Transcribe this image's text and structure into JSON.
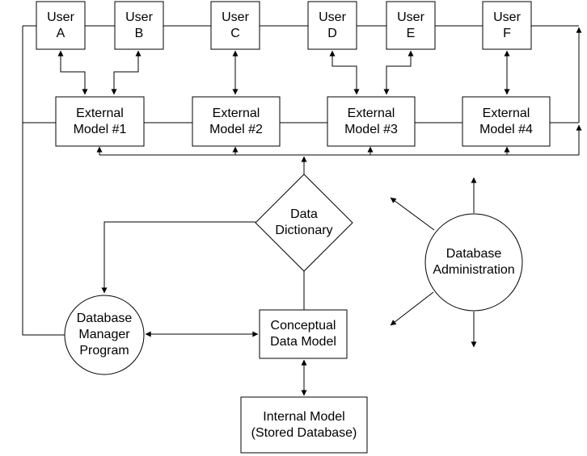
{
  "diagram": {
    "title": "Database system architecture diagram",
    "background_color": "#ffffff",
    "line_color": "#000000",
    "text_color": "#000000",
    "nodes": {
      "user_a": {
        "shape": "rect",
        "lines": [
          "User",
          "A"
        ]
      },
      "user_b": {
        "shape": "rect",
        "lines": [
          "User",
          "B"
        ]
      },
      "user_c": {
        "shape": "rect",
        "lines": [
          "User",
          "C"
        ]
      },
      "user_d": {
        "shape": "rect",
        "lines": [
          "User",
          "D"
        ]
      },
      "user_e": {
        "shape": "rect",
        "lines": [
          "User",
          "E"
        ]
      },
      "user_f": {
        "shape": "rect",
        "lines": [
          "User",
          "F"
        ]
      },
      "external_model_1": {
        "shape": "rect",
        "lines": [
          "External",
          "Model #1"
        ]
      },
      "external_model_2": {
        "shape": "rect",
        "lines": [
          "External",
          "Model #2"
        ]
      },
      "external_model_3": {
        "shape": "rect",
        "lines": [
          "External",
          "Model #3"
        ]
      },
      "external_model_4": {
        "shape": "rect",
        "lines": [
          "External",
          "Model #4"
        ]
      },
      "data_dictionary": {
        "shape": "diamond",
        "lines": [
          "Data",
          "Dictionary"
        ]
      },
      "database_administration": {
        "shape": "circle",
        "lines": [
          "Database",
          "Administration"
        ]
      },
      "database_manager_program": {
        "shape": "circle",
        "lines": [
          "Database",
          "Manager",
          "Program"
        ]
      },
      "conceptual_data_model": {
        "shape": "rect",
        "lines": [
          "Conceptual",
          "Data Model"
        ]
      },
      "internal_model": {
        "shape": "rect",
        "lines": [
          "Internal Model",
          "(Stored Database)"
        ]
      }
    },
    "edges": [
      {
        "from": "User A",
        "to": "External Model #1",
        "style": "two-way"
      },
      {
        "from": "User B",
        "to": "External Model #1",
        "style": "two-way"
      },
      {
        "from": "User C",
        "to": "External Model #2",
        "style": "two-way"
      },
      {
        "from": "User D",
        "to": "External Model #3",
        "style": "two-way"
      },
      {
        "from": "User E",
        "to": "External Model #3",
        "style": "two-way"
      },
      {
        "from": "User F",
        "to": "External Model #4",
        "style": "two-way"
      },
      {
        "from": "Data Dictionary",
        "to": "External Models #1-#4 (bus)",
        "style": "one-way"
      },
      {
        "from": "Data Dictionary",
        "to": "Database Manager Program",
        "style": "one-way"
      },
      {
        "from": "Data Dictionary",
        "to": "Conceptual Data Model",
        "style": "plain"
      },
      {
        "from": "User bus",
        "to": "Database Manager Program",
        "style": "plain"
      },
      {
        "from": "Database Manager Program",
        "to": "Conceptual Data Model",
        "style": "two-way"
      },
      {
        "from": "Conceptual Data Model",
        "to": "Internal Model (Stored Database)",
        "style": "two-way"
      },
      {
        "from": "Database Administration",
        "to": "surroundings (N, S, NW, SW)",
        "style": "one-way-out"
      }
    ]
  }
}
